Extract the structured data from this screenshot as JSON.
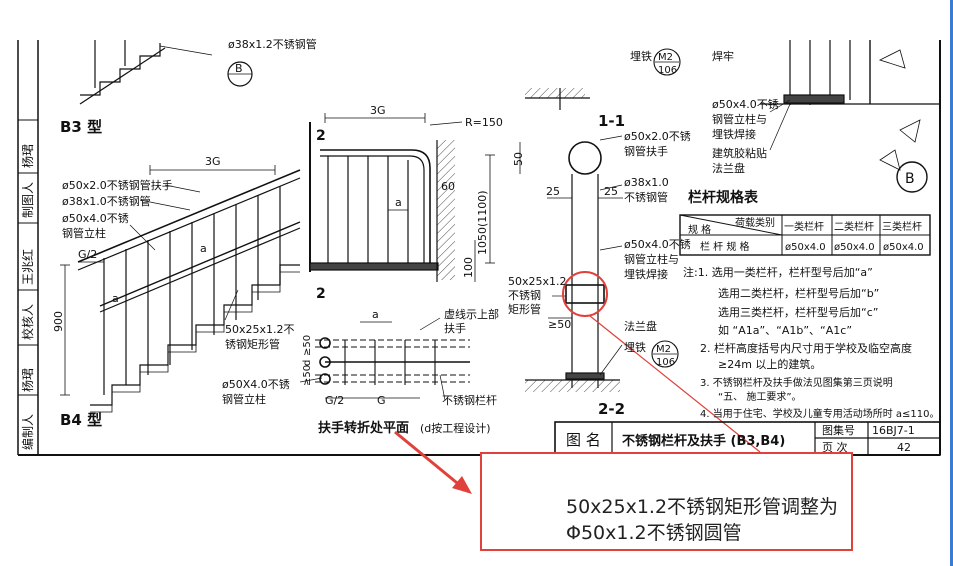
{
  "sidebar": {
    "labels": [
      "编制人",
      "杨珺",
      "校核人",
      "王兆红",
      "制图人",
      "杨珺"
    ]
  },
  "left": {
    "b3_title": "B3 型",
    "b4_title": "B4 型",
    "top_callout": "ø38x1.2不锈钢管",
    "top_circle": "B",
    "dim_3g": "3G",
    "labels": {
      "handrail": "ø50x2.0不锈钢管扶手",
      "bar38": "ø38x1.0不锈钢管",
      "post_1": "ø50x4.0不锈",
      "post_2": "钢管立柱",
      "rect_1": "50x25x1.2不",
      "rect_2": "锈钢矩形管",
      "g2": "G/2",
      "a": "a",
      "dim900": "900"
    }
  },
  "middle": {
    "dim_3g": "3G",
    "r150": "R=150",
    "dim60": "60",
    "dim1050": "1050(1100)",
    "dim100": "100",
    "a": "a",
    "section_no": "2",
    "plan": {
      "a": "a",
      "g": "G",
      "g2": "G/2",
      "d50a": "≥50",
      "d": "d",
      "d50b": "≥50",
      "dashed_1": "虚线示上部",
      "dashed_2": "扶手",
      "post_1": "ø50X4.0不锈",
      "post_2": "钢管立柱",
      "rail": "不锈钢栏杆",
      "title": "扶手转折处平面",
      "title_note": "(d按工程设计)"
    }
  },
  "section": {
    "title_11": "1-1",
    "title_22": "2-2",
    "embed_top": "埋铁",
    "m2_a": "M2",
    "n106_a": "106",
    "embed_bot": "埋铁",
    "m2_b": "M2",
    "n106_b": "106",
    "dim50": "50",
    "dim25a": "25",
    "dim25b": "25",
    "ge50": "≥50",
    "handrail_1": "ø50x2.0不锈",
    "handrail_2": "钢管扶手",
    "bar_1": "ø38x1.0",
    "bar_2": "不锈钢管",
    "post_1": "ø50x4.0不锈",
    "post_2": "钢管立柱与",
    "post_3": "埋铁焊接",
    "rect_1": "50x25x1.2",
    "rect_2": "不锈钢",
    "rect_3": "矩形管",
    "flange": "法兰盘"
  },
  "detail": {
    "weld_1": "焊牢",
    "post_1": "ø50x4.0不锈",
    "post_2": "钢管立柱与",
    "post_3": "埋铁焊接",
    "glue_1": "建筑胶粘贴",
    "glue_2": "法兰盘",
    "circle": "B"
  },
  "spec_table": {
    "title": "栏杆规格表",
    "corner_top": "荷载类别",
    "corner_bottom": "规  格",
    "headers": [
      "一类栏杆",
      "二类栏杆",
      "三类栏杆"
    ],
    "row_label": "栏 杆 规 格",
    "row_values": [
      "ø50x4.0",
      "ø50x4.0",
      "ø50x4.0"
    ]
  },
  "notes": [
    "注:1. 选用一类栏杆，栏杆型号后加“a”",
    "选用二类栏杆，栏杆型号后加“b”",
    "选用三类栏杆，栏杆型号后加“c”",
    "如 “A1a”、“A1b”、“A1c”",
    "2. 栏杆高度括号内尺寸用于学校及临空高度",
    "≥24m 以上的建筑。",
    "3. 不锈钢栏杆及扶手做法见图集第三页说明",
    "“五、 施工要求”。",
    "4. 当用于住宅、学校及儿童专用活动场所时 a≤110。"
  ],
  "title_block": {
    "name_label": "图 名",
    "name_value": "不锈钢栏杆及扶手 (B3,B4)",
    "atlas_label": "图集号",
    "atlas_value": "16BJ7-1",
    "page_label": "页  次",
    "page_value": "42"
  },
  "annotation": {
    "line1": "50x25x1.2不锈钢矩形管调整为",
    "line2": "Φ50x1.2不锈钢圆管",
    "color": "#e0413a"
  }
}
